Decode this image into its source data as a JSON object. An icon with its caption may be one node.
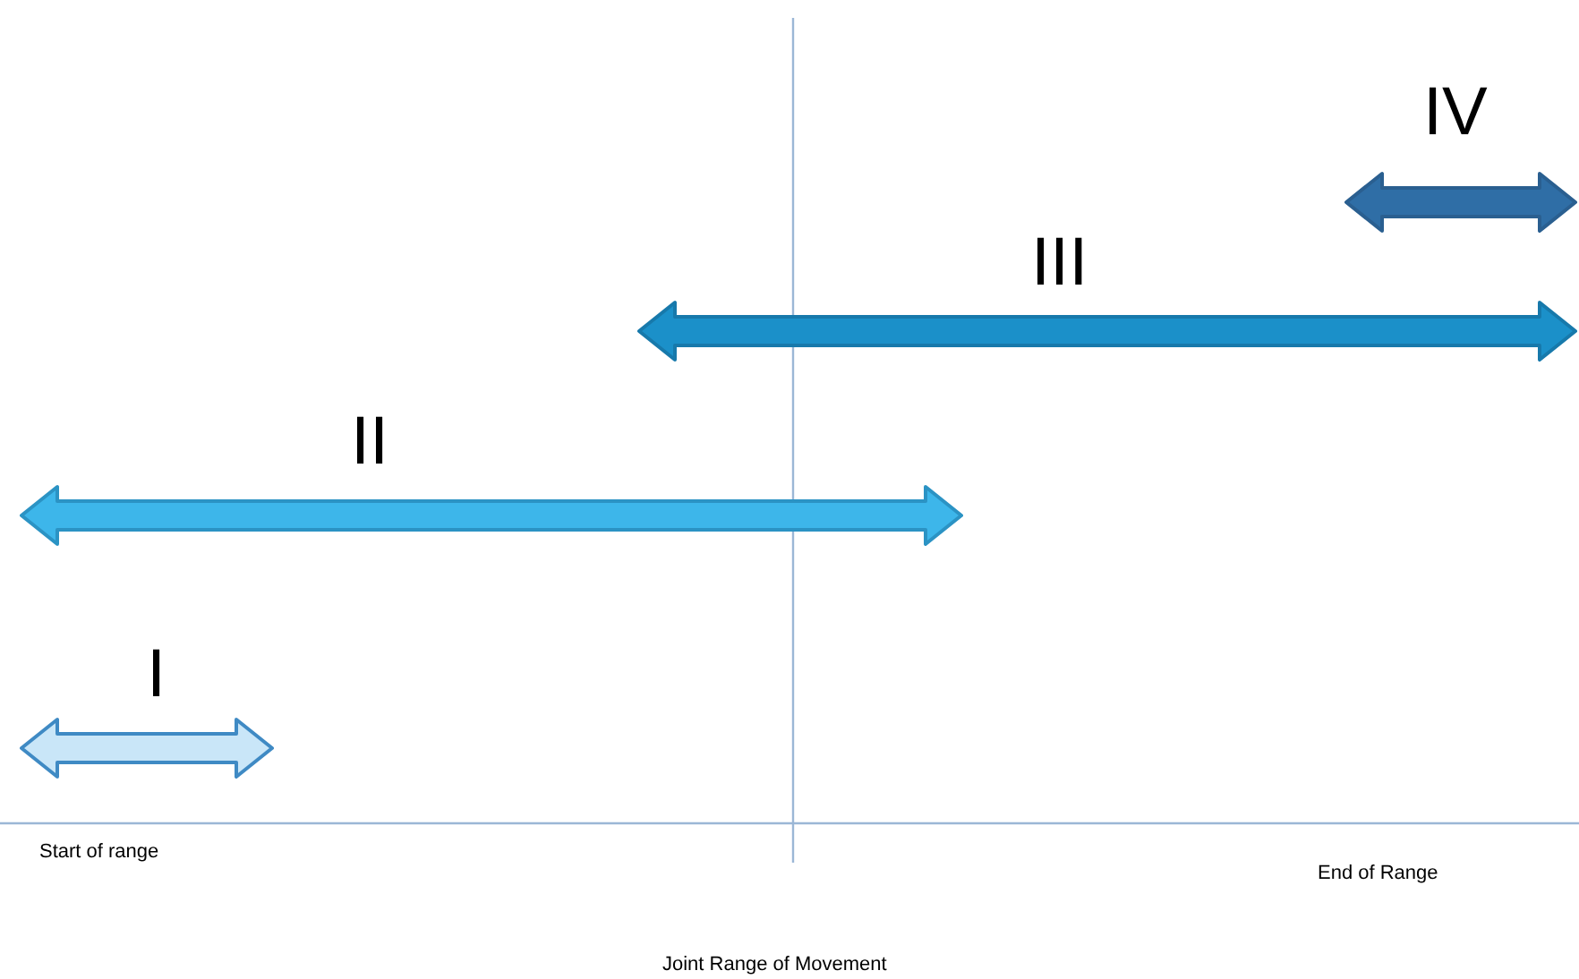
{
  "diagram": {
    "labels": [
      "IV",
      "III",
      "II",
      "I",
      "Start of range",
      "End of Range",
      "Joint Range of Movement"
    ]
  }
}
